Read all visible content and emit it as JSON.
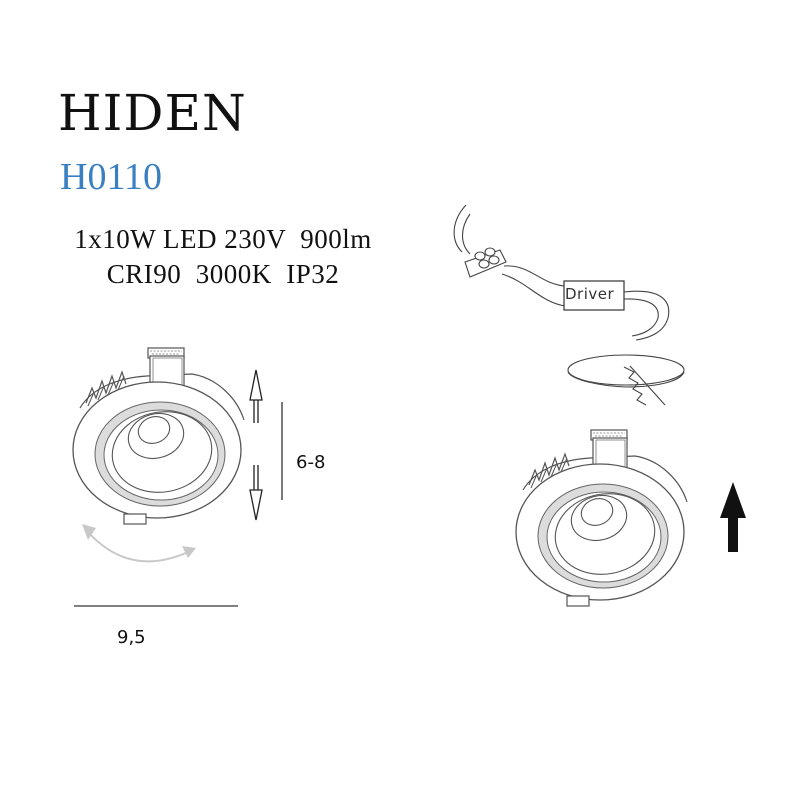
{
  "product": {
    "name": "HIDEN",
    "code": "H0110",
    "code_color": "#3a7fc1",
    "specs": [
      "1x10W LED 230V  900lm",
      "CRI90  3000K  IP32"
    ]
  },
  "dimensions": {
    "height_label": "6-8",
    "width_label": "9,5"
  },
  "installation": {
    "driver_label": "Driver",
    "steps": [
      "connect-wiring",
      "cut-ceiling-hole",
      "push-fixture-up"
    ]
  },
  "colors": {
    "line": "#444444",
    "ring_fill": "#dcdcdc",
    "rotation_arrow": "#c8c8c8",
    "push_arrow": "#111111"
  }
}
